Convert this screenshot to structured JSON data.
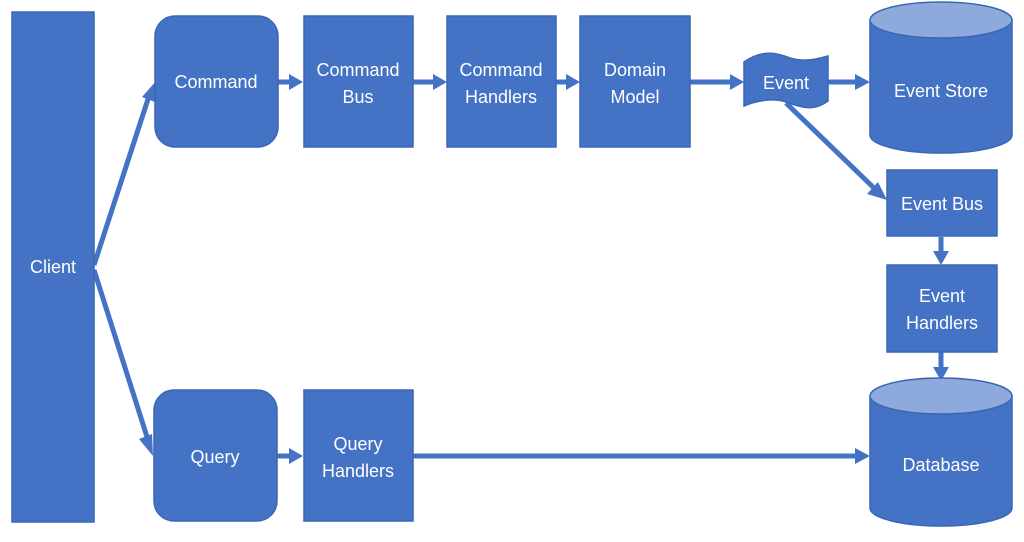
{
  "nodes": {
    "client": {
      "label": "Client"
    },
    "command": {
      "label": "Command"
    },
    "command_bus": {
      "line1": "Command",
      "line2": "Bus"
    },
    "command_handlers": {
      "line1": "Command",
      "line2": "Handlers"
    },
    "domain_model": {
      "line1": "Domain",
      "line2": "Model"
    },
    "event": {
      "label": "Event"
    },
    "event_store": {
      "label": "Event Store"
    },
    "event_bus": {
      "label": "Event Bus"
    },
    "event_handlers": {
      "line1": "Event",
      "line2": "Handlers"
    },
    "query": {
      "label": "Query"
    },
    "query_handlers": {
      "line1": "Query",
      "line2": "Handlers"
    },
    "database": {
      "label": "Database"
    }
  },
  "colors": {
    "box_fill": "#4472C4",
    "cylinder_top": "#8EA9DB",
    "connector": "#4472C4",
    "text": "#FFFFFF"
  }
}
